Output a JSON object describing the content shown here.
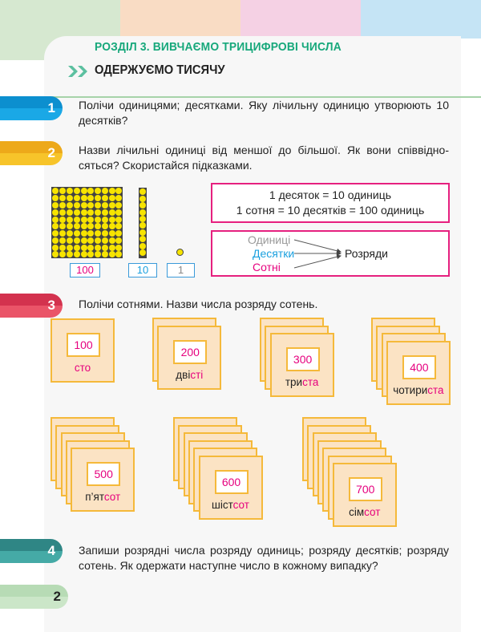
{
  "header": {
    "section": "РОЗДІЛ 3. ВИВЧАЄМО ТРИЦИФРОВІ ЧИСЛА",
    "title": "ОДЕРЖУЄМО ТИСЯЧУ"
  },
  "colors": {
    "green": "#17a87b",
    "pink": "#e6007e",
    "blue": "#1aa0df",
    "yellow": "#f2b51c",
    "red": "#e34660",
    "teal": "#3a9e9a"
  },
  "tasks": [
    {
      "num": "1",
      "text": "Полічи одиницями; десятками. Яку лічильну одиницю утворюють 10 десятків?"
    },
    {
      "num": "2",
      "text": "Назви лічильні одиниці від меншої до більшої. Як вони співвідно­сяться? Скористайся підказками."
    },
    {
      "num": "3",
      "text": "Полічи сотнями. Назви числа розряду сотень."
    },
    {
      "num": "4",
      "text": "Запиши розрядні числа розряду одиниць; розряду десятків; розря­ду сотень. Як одержати наступне число в кожному випадку?"
    }
  ],
  "blocks": {
    "labels": [
      "100",
      "10",
      "1"
    ]
  },
  "hints": {
    "line1": "1 десяток = 10 одиниць",
    "line2": "1  сотня  =  10  десятків  =  100  одиниць",
    "units": "Одиниці",
    "tens": "Десятки",
    "hundreds": "Сотні",
    "places": "Розряди"
  },
  "cards": [
    {
      "count": 1,
      "number": "100",
      "word_black": "",
      "word_pink": "сто"
    },
    {
      "count": 2,
      "number": "200",
      "word_black": "дві",
      "word_pink": "сті"
    },
    {
      "count": 3,
      "number": "300",
      "word_black": "три",
      "word_pink": "ста"
    },
    {
      "count": 4,
      "number": "400",
      "word_black": "чотири",
      "word_pink": "ста"
    },
    {
      "count": 5,
      "number": "500",
      "word_black": "п’ят",
      "word_pink": "сот"
    },
    {
      "count": 6,
      "number": "600",
      "word_black": "шіст",
      "word_pink": "сот"
    },
    {
      "count": 7,
      "number": "700",
      "word_black": "сім",
      "word_pink": "сот"
    }
  ],
  "page_number": "2"
}
